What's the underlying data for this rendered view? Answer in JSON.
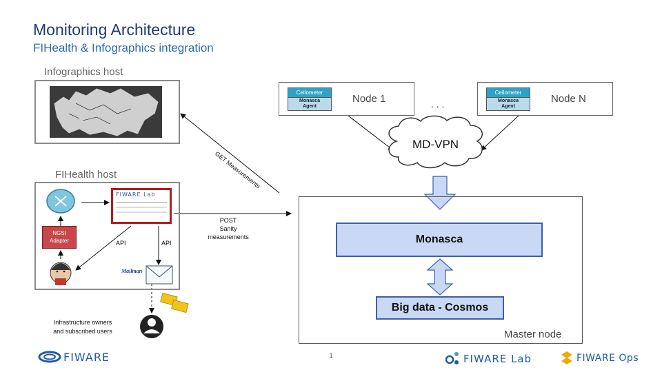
{
  "header": {
    "title": "Monitoring Architecture",
    "subtitle": "FIHealth & Infographics integration"
  },
  "infographics": {
    "label": "Infographics host"
  },
  "fihealth": {
    "label": "FIHealth host",
    "fiware_lab_logo": "FIWARE Lab",
    "ngsi_adapter": "NGSI\nAdapter",
    "api_left": "API",
    "api_right": "API",
    "mailman_logo": "Mailman",
    "users_label": "Infrastructure owners\nand subscribed users"
  },
  "nodes": [
    {
      "name": "Node 1",
      "ceilometer": "Ceilometer",
      "agent": "Monasca\nAgent"
    },
    {
      "name": "Node N",
      "ceilometer": "Ceilometer",
      "agent": "Monasca\nAgent"
    }
  ],
  "ellipsis": ". . .",
  "vpn": {
    "label": "MD-VPN"
  },
  "master": {
    "label": "Master node",
    "monasca": "Monasca",
    "cosmos": "Big data - Cosmos"
  },
  "edges": {
    "get": "GET Measurements",
    "post": "POST\nSanity\nmeasurements"
  },
  "footer": {
    "page_number": "1",
    "fiware_logo": "FIWARE",
    "fiware_lab_logo": "FIWARE Lab",
    "fiware_ops_logo": "FIWARE Ops"
  },
  "colors": {
    "title": "#1f3b73",
    "subtitle": "#2b6cb0",
    "blue_fill": "#c9d8f5",
    "blue_border": "#3d5fa8",
    "adapter_red": "#c9474a",
    "fiware_blue": "#1e5aa8",
    "ops_orange": "#f2a900"
  }
}
